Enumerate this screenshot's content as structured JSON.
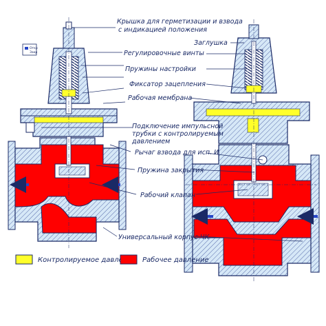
{
  "labels": {
    "cap_line1": "Крышка для герметизации и взвода",
    "cap_line2": "с индикацией положения",
    "plug": "Заглушка",
    "adjust_screws": "Регулировочные винты",
    "setting_springs": "Пружины настройки",
    "latch": "Фиксатор зацепления",
    "membrane": "Рабочая мембрана",
    "impulse_line1": "Подключение импульсной",
    "impulse_line2": "трубки с контролируемым",
    "impulse_line3": "давлением",
    "cocking_lever": "Рычаг взвода для исп. И",
    "closing_spring": "Пружина закрытия",
    "valve": "Рабочий клапан",
    "body": "Универсальный корпус ЧК"
  },
  "legend": {
    "controlled": {
      "label": "Контролируемое давление",
      "color": "#ffff2a"
    },
    "working": {
      "label": "Рабочее давление",
      "color": "#ff0000"
    }
  },
  "indicator": {
    "top": "Откр",
    "bottom": "Закр"
  },
  "colors": {
    "line": "#1a2a66",
    "hatch_bg": "#d6e8f7",
    "red": "#ff0000",
    "yellow": "#ffff2a",
    "arrow": "#2646c8"
  }
}
